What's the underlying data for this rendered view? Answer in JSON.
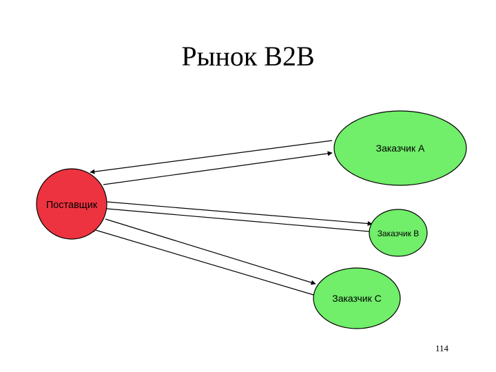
{
  "slide": {
    "title": "Рынок В2В",
    "page_number": "114"
  },
  "nodes": {
    "supplier": {
      "label": "Поставщик",
      "fill": "#ee3340"
    },
    "customer_a": {
      "label": "Заказчик А",
      "fill": "#71ee6a"
    },
    "customer_b": {
      "label": "Заказчик В",
      "fill": "#71ee6a"
    },
    "customer_c": {
      "label": "Заказчик С",
      "fill": "#71ee6a"
    }
  },
  "colors": {
    "outline": "#000000",
    "arrow": "#000000"
  }
}
